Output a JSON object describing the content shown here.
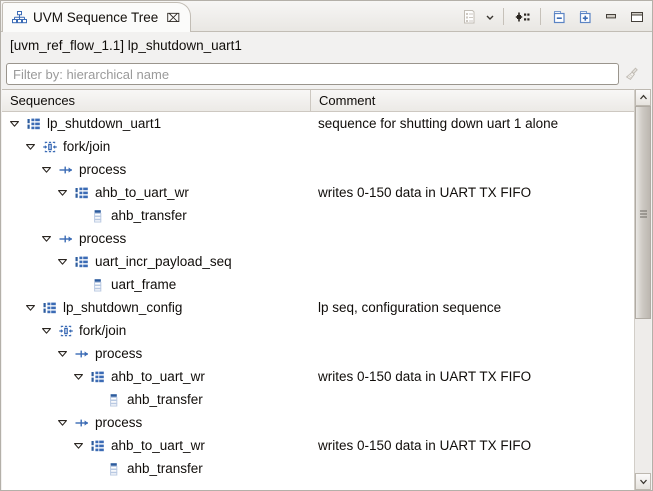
{
  "window": {
    "tab": {
      "title": "UVM Sequence Tree",
      "icon": "hierarchy-tree-icon",
      "close_label": "⌧"
    },
    "toolbar": {
      "view_menu_icon": "view-menu-icon",
      "view_menu_chevron": "chevron-down-icon",
      "link_icon": "link-with-editor-icon",
      "collapse_all_icon": "collapse-all-icon",
      "expand_all_icon": "expand-all-icon",
      "minimize_icon": "minimize-icon",
      "maximize_icon": "maximize-icon"
    }
  },
  "path": {
    "text": "[uvm_ref_flow_1.1] lp_shutdown_uart1"
  },
  "filter": {
    "placeholder": "Filter by: hierarchical name",
    "value": "",
    "clear_icon": "broom-clear-icon"
  },
  "table": {
    "columns": [
      {
        "key": "sequences",
        "label": "Sequences"
      },
      {
        "key": "comment",
        "label": "Comment"
      }
    ],
    "rows": [
      {
        "label": "lp_shutdown_uart1",
        "comment": "sequence for shutting down uart 1 alone",
        "depth": 0,
        "icon": "sequence-icon",
        "expanded": true
      },
      {
        "label": "fork/join",
        "comment": "",
        "depth": 1,
        "icon": "fork-join-icon",
        "expanded": true
      },
      {
        "label": "process",
        "comment": "",
        "depth": 2,
        "icon": "process-icon",
        "expanded": true
      },
      {
        "label": "ahb_to_uart_wr",
        "comment": "writes 0-150 data in UART TX FIFO",
        "depth": 3,
        "icon": "sequence-icon",
        "expanded": true
      },
      {
        "label": "ahb_transfer",
        "comment": "",
        "depth": 4,
        "icon": "transaction-icon",
        "expanded": null
      },
      {
        "label": "process",
        "comment": "",
        "depth": 2,
        "icon": "process-icon",
        "expanded": true
      },
      {
        "label": "uart_incr_payload_seq",
        "comment": "",
        "depth": 3,
        "icon": "sequence-icon",
        "expanded": true
      },
      {
        "label": "uart_frame",
        "comment": "",
        "depth": 4,
        "icon": "transaction-icon",
        "expanded": null
      },
      {
        "label": "lp_shutdown_config",
        "comment": "lp seq, configuration sequence",
        "depth": 1,
        "icon": "sequence-icon",
        "expanded": true
      },
      {
        "label": "fork/join",
        "comment": "",
        "depth": 2,
        "icon": "fork-join-icon",
        "expanded": true
      },
      {
        "label": "process",
        "comment": "",
        "depth": 3,
        "icon": "process-icon",
        "expanded": true
      },
      {
        "label": "ahb_to_uart_wr",
        "comment": "writes 0-150 data in UART TX FIFO",
        "depth": 4,
        "icon": "sequence-icon",
        "expanded": true
      },
      {
        "label": "ahb_transfer",
        "comment": "",
        "depth": 5,
        "icon": "transaction-icon",
        "expanded": null
      },
      {
        "label": "process",
        "comment": "",
        "depth": 3,
        "icon": "process-icon",
        "expanded": true
      },
      {
        "label": "ahb_to_uart_wr",
        "comment": "writes 0-150 data in UART TX FIFO",
        "depth": 4,
        "icon": "sequence-icon",
        "expanded": true
      },
      {
        "label": "ahb_transfer",
        "comment": "",
        "depth": 5,
        "icon": "transaction-icon",
        "expanded": null
      }
    ]
  },
  "scrollbar": {
    "up_arrow": "scroll-up-icon",
    "down_arrow": "scroll-down-icon",
    "thumb_fraction": 0.58
  },
  "colors": {
    "accent_blue": "#3b5fa8",
    "icon_blue": "#2d5c9e",
    "chrome": "#f2f1f0",
    "border": "#c2bdb5",
    "text": "#100d0a"
  }
}
